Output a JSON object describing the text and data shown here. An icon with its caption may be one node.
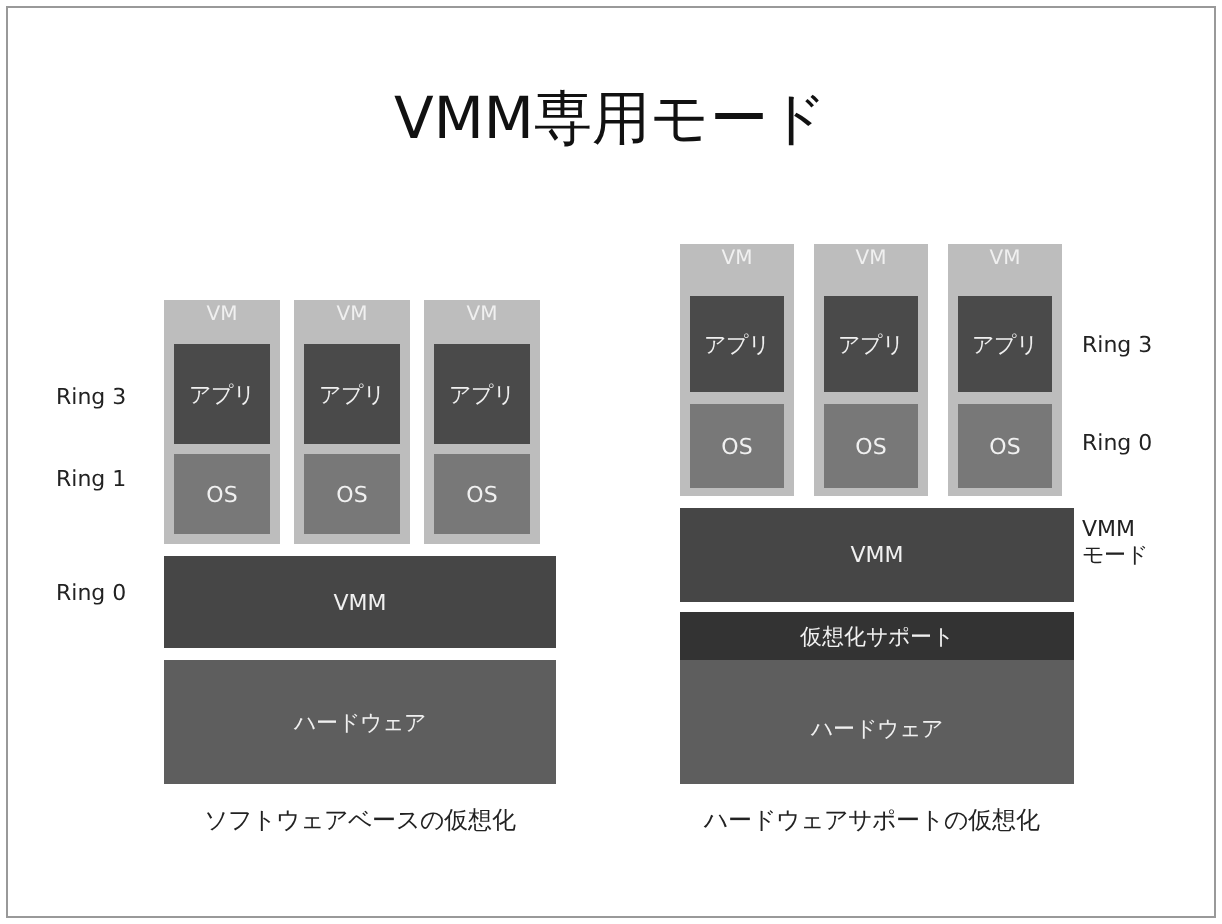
{
  "diagram": {
    "title": "VMM専用モード",
    "nodes": [
      {
        "text": [
          "VM"
        ]
      },
      {
        "text": [
          "アプリ"
        ],
        "in": 0
      },
      {
        "text": [
          "OS"
        ],
        "in": 0
      },
      {
        "text": [
          "VM"
        ]
      },
      {
        "text": [
          "アプリ"
        ],
        "in": 3
      },
      {
        "text": [
          "OS"
        ],
        "in": 3
      },
      {
        "text": [
          "VM"
        ]
      },
      {
        "text": [
          "アプリ"
        ],
        "in": 6
      },
      {
        "text": [
          "OS"
        ],
        "in": 6
      },
      {
        "text": [
          "VMM"
        ]
      },
      {
        "text": [
          "ハードウェア"
        ]
      },
      {
        "text": [
          "VM"
        ]
      },
      {
        "text": [
          "アプリ"
        ],
        "in": 11
      },
      {
        "text": [
          "OS"
        ],
        "in": 11
      },
      {
        "text": [
          "VM"
        ]
      },
      {
        "text": [
          "アプリ"
        ],
        "in": 14
      },
      {
        "text": [
          "OS"
        ],
        "in": 14
      },
      {
        "text": [
          "VM"
        ]
      },
      {
        "text": [
          "アプリ"
        ],
        "in": 17
      },
      {
        "text": [
          "OS"
        ],
        "in": 17
      },
      {
        "text": [
          "VMM"
        ]
      },
      {
        "text": [
          "ハードウェア"
        ]
      },
      {
        "text": [
          "仮想化サポート"
        ],
        "in": 21
      }
    ],
    "labels": [
      "Ring 3",
      "Ring 3",
      "Ring 1",
      "Ring 0",
      "Ring 0",
      "VMM モード",
      "ソフトウェアベースの仮想化",
      "ハードウェアサポートの仮想化"
    ]
  }
}
